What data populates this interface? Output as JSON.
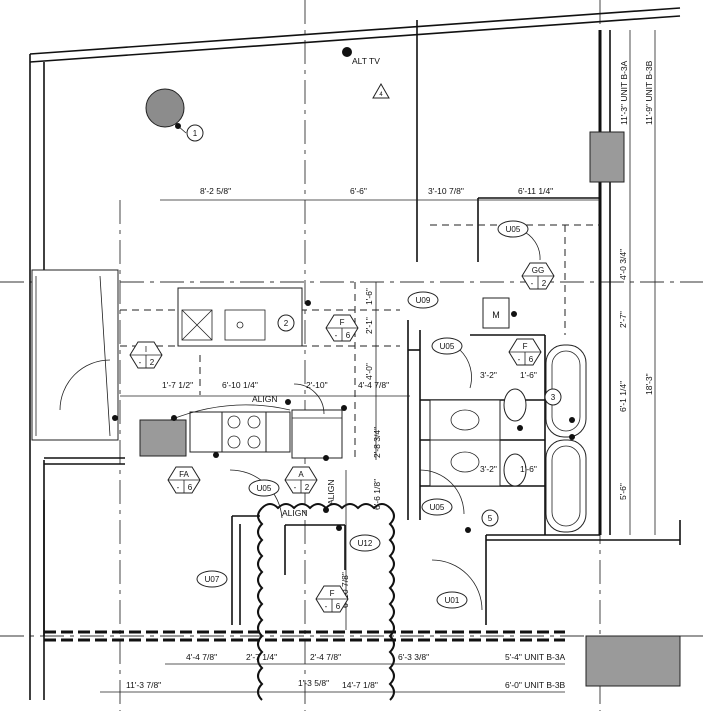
{
  "labels": {
    "alt_tv": "ALT TV",
    "align_1": "ALIGN",
    "align_2": "ALIGN",
    "align_3": "ALIGN",
    "unit_b3a_top": "11'-3\" UNIT B-3A",
    "unit_b3b_top": "11'-9\" UNIT B-3B",
    "unit_b3a_bottom": "5'-4\" UNIT B-3A",
    "unit_b3b_bottom": "6'-0\" UNIT B-3B"
  },
  "door_tags": {
    "u05_a": "U05",
    "u05_b": "U05",
    "u05_c": "U05",
    "u05_d": "U05",
    "u09": "U09",
    "u12": "U12",
    "u07": "U07",
    "u01": "U01"
  },
  "hex_tags": {
    "gg": {
      "top": "GG",
      "left": "-",
      "right": "2"
    },
    "f_kitchen": {
      "top": "F",
      "left": "-",
      "right": "6"
    },
    "f_bath": {
      "top": "F",
      "left": "-",
      "right": "6"
    },
    "f_closet": {
      "top": "F",
      "left": "-",
      "right": "6"
    },
    "i": {
      "top": "I",
      "left": "-",
      "right": "2"
    },
    "fa": {
      "top": "FA",
      "left": "-",
      "right": "6"
    },
    "a": {
      "top": "A",
      "left": "-",
      "right": "2"
    }
  },
  "circle_tags": {
    "c1": "1",
    "c2": "2",
    "c3": "3",
    "c5": "5",
    "m": "M",
    "tri4": "4"
  },
  "dimensions": {
    "d_8_2": "8'-2 5/8\"",
    "d_6_6": "6'-6\"",
    "d_3_10": "3'-10 7/8\"",
    "d_6_11": "6'-11 1/4\"",
    "d_1_6": "1'-6\"",
    "d_2_1": "2'-1\"",
    "d_4_0": "4'-0\"",
    "d_4_4": "4'-4 7/8\"",
    "d_2_8": "2'-8 3/4\"",
    "d_6_1_8": "6'-6 1/8\"",
    "d_6_10_7": "6'-10 7/8\"",
    "d_1_7": "1'-7 1/2\"",
    "d_6_10_4": "6'-10 1/4\"",
    "d_2_10": "2'-10\"",
    "d_3_2_a": "3'-2\"",
    "d_1_6_b": "1'-6\"",
    "d_3_2_b": "3'-2\"",
    "d_1_6_c": "1'-6\"",
    "d_4_0_3": "4'-0 3/4\"",
    "d_2_7": "2'-7\"",
    "d_6_1": "6'-1 1/4\"",
    "d_18_3": "18'-3\"",
    "d_5_6": "5'-6\"",
    "d_4_4_b": "4'-4 7/8\"",
    "d_2_7_b": "2'-7 1/4\"",
    "d_2_4": "2'-4 7/8\"",
    "d_6_3": "6'-3 3/8\"",
    "d_11_3": "11'-3 7/8\"",
    "d_1_3": "1'-3 5/8\"",
    "d_14_7": "14'-7 1/8\""
  }
}
